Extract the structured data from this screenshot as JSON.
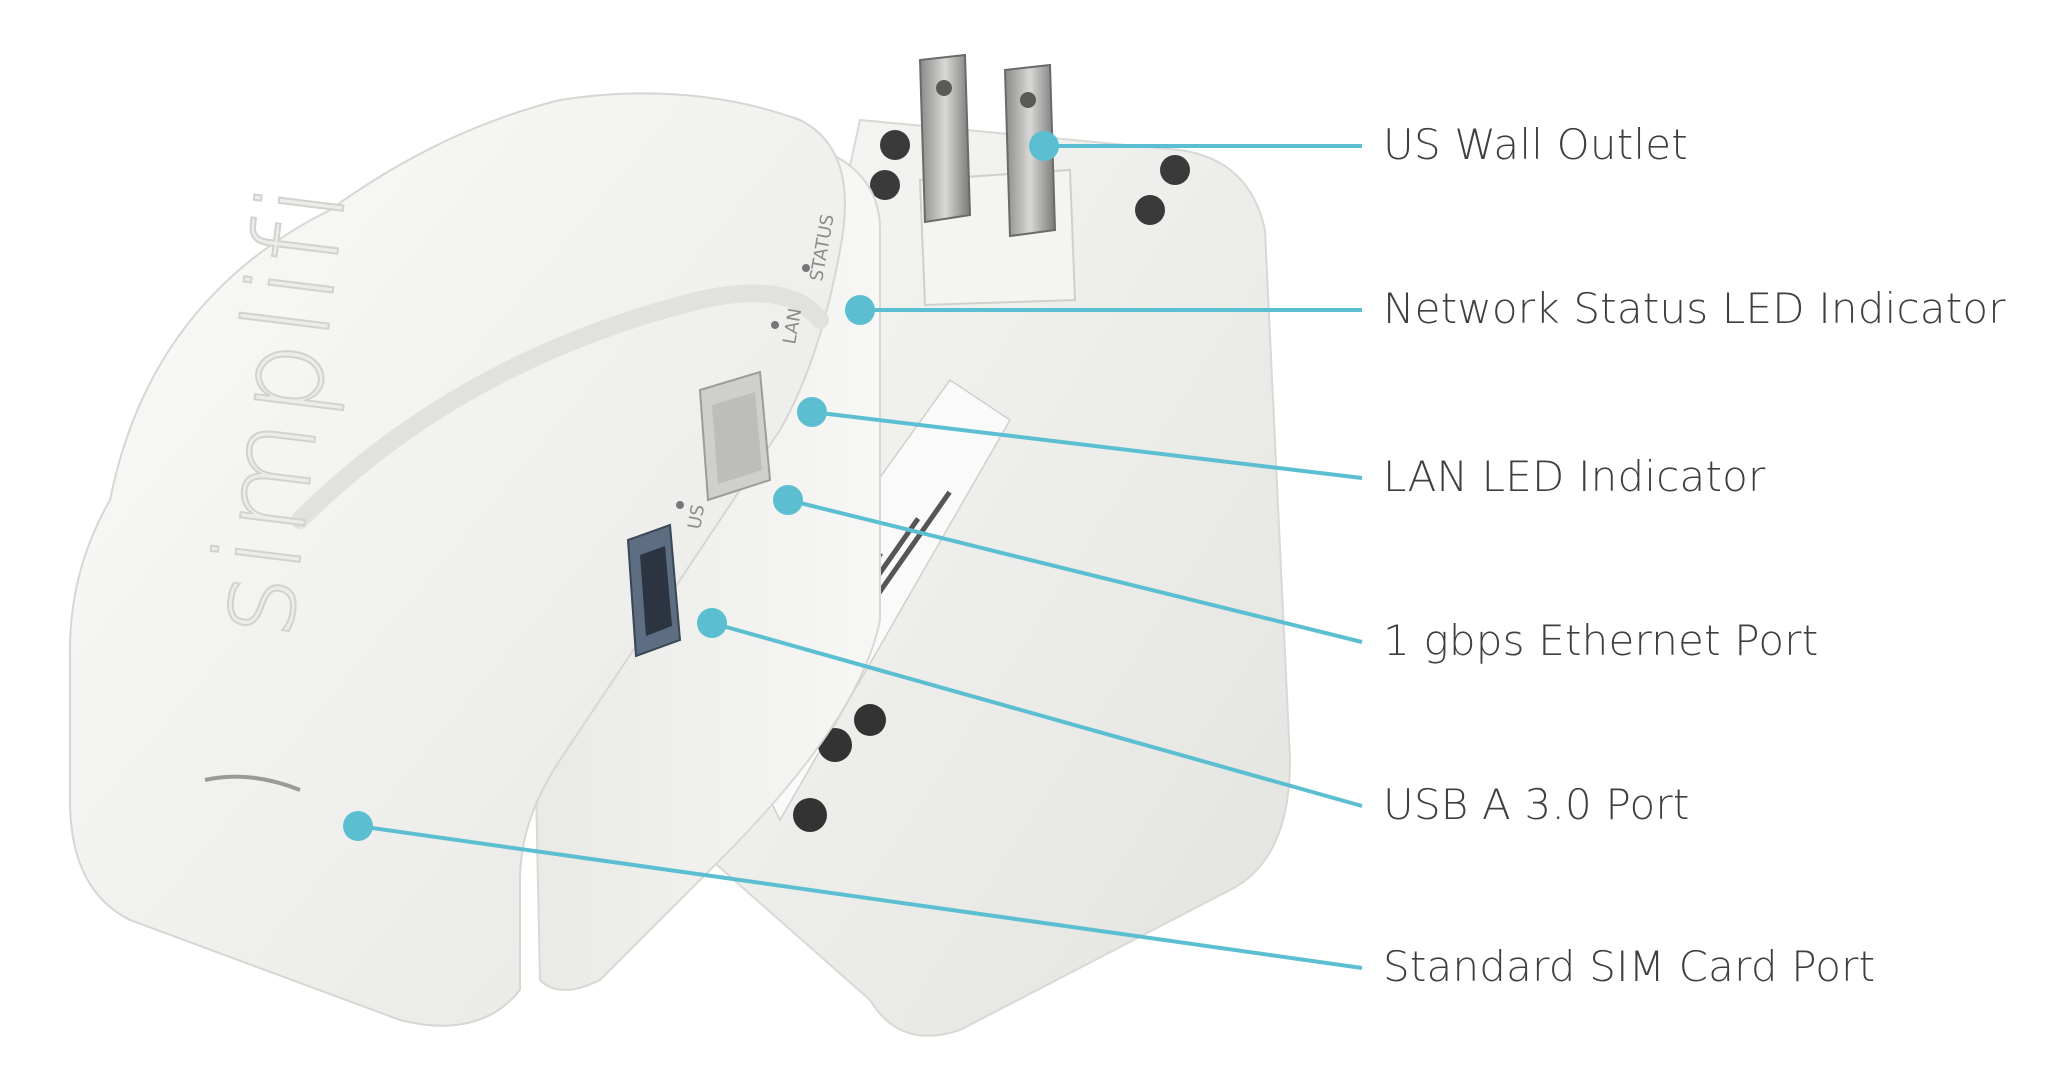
{
  "device": {
    "brand_embossed": "simplifi",
    "port_marks": [
      "STATUS",
      "LAN",
      "US"
    ]
  },
  "callouts": [
    {
      "id": "us-wall-outlet",
      "label": "US Wall Outlet"
    },
    {
      "id": "network-status-led",
      "label": "Network Status LED Indicator"
    },
    {
      "id": "lan-led",
      "label": "LAN LED Indicator"
    },
    {
      "id": "ethernet-port",
      "label": "1 gbps Ethernet Port"
    },
    {
      "id": "usb-port",
      "label": "USB A 3.0 Port"
    },
    {
      "id": "sim-port",
      "label": "Standard SIM Card Port"
    }
  ],
  "colors": {
    "callout": "#5bbfd1",
    "label_text": "#3f3f3f",
    "device_body": "#f2f2f0",
    "device_shadow": "#d9d9d6"
  }
}
